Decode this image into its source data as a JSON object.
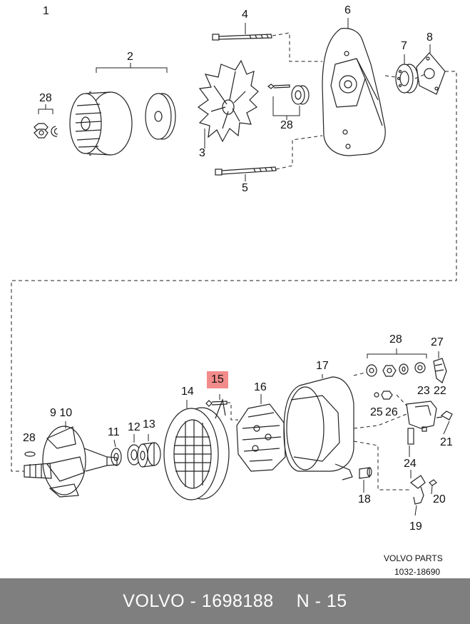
{
  "callouts": {
    "c1": "1",
    "c2": "2",
    "c3": "3",
    "c4": "4",
    "c5": "5",
    "c6": "6",
    "c7": "7",
    "c8": "8",
    "c28a": "28",
    "c28b": "28",
    "c28c": "28",
    "c28d": "28",
    "c910": "9 10",
    "c11": "11",
    "c12": "12",
    "c13": "13",
    "c14": "14",
    "c15": "15",
    "c16": "16",
    "c17": "17",
    "c18": "18",
    "c19": "19",
    "c20": "20",
    "c21": "21",
    "c22": "22",
    "c23": "23",
    "c24": "24",
    "c25": "25",
    "c26": "26",
    "c27": "27"
  },
  "highlighted_part": "15",
  "highlight_color": "#f28b8b",
  "reference": {
    "line1": "VOLVO PARTS",
    "line2": "1032-18690"
  },
  "footer": {
    "part_text": "VOLVO - 1698188",
    "position_text": "N - 15",
    "background": "#7f7f7f"
  }
}
